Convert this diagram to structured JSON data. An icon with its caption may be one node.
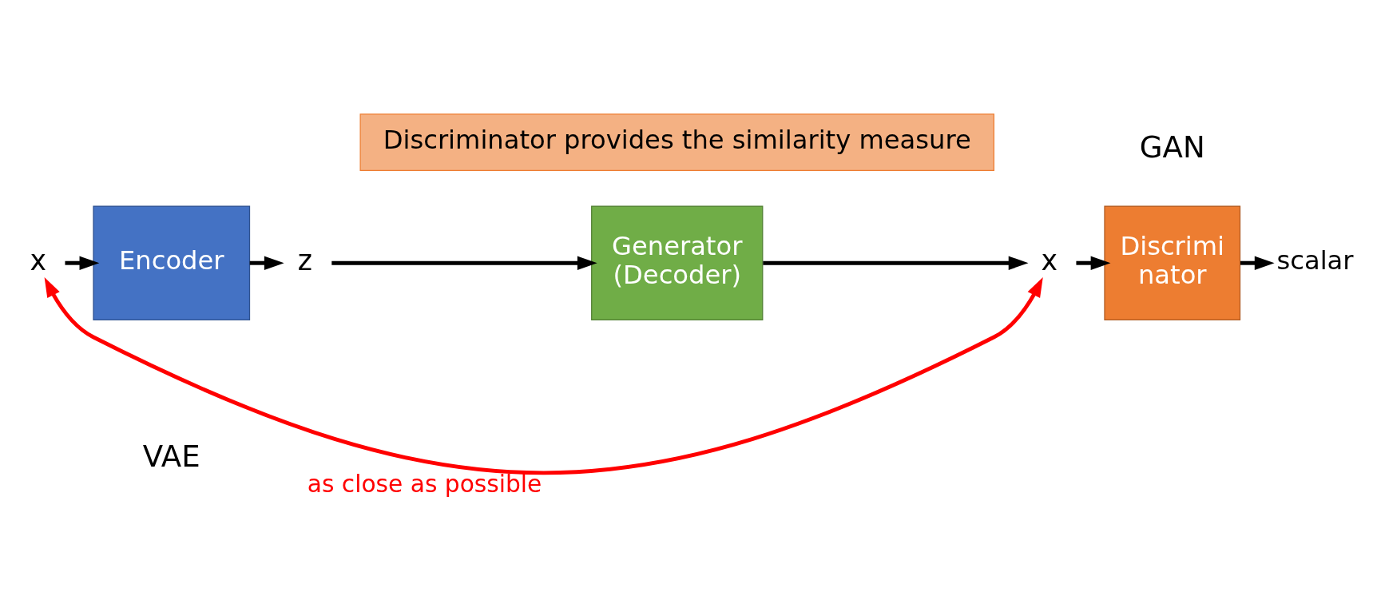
{
  "diagram": {
    "nodes": [
      {
        "text": [
          "x"
        ]
      },
      {
        "text": [
          "Encoder"
        ]
      },
      {
        "text": [
          "z"
        ]
      },
      {
        "text": [
          "Generator (Decoder)"
        ]
      },
      {
        "text": [
          "x"
        ]
      },
      {
        "text": [
          "Discrimi nator"
        ]
      },
      {
        "text": [
          "scalar"
        ]
      },
      {
        "text": [
          "Discriminator provides the similarity measure"
        ]
      }
    ],
    "edges": [
      {
        "from": 0,
        "to": 1,
        "arrow": "to"
      },
      {
        "from": 1,
        "to": 2,
        "arrow": "to"
      },
      {
        "from": 2,
        "to": 3,
        "arrow": "to"
      },
      {
        "from": 3,
        "to": 4,
        "arrow": "to"
      },
      {
        "from": 4,
        "to": 5,
        "arrow": "to"
      },
      {
        "from": 5,
        "to": 6,
        "arrow": "to"
      },
      {
        "from": 0,
        "to": 4,
        "arrow": "both",
        "label": "as close as possible",
        "color": "#ff0000"
      }
    ],
    "labels": [
      "VAE",
      "GAN"
    ]
  }
}
